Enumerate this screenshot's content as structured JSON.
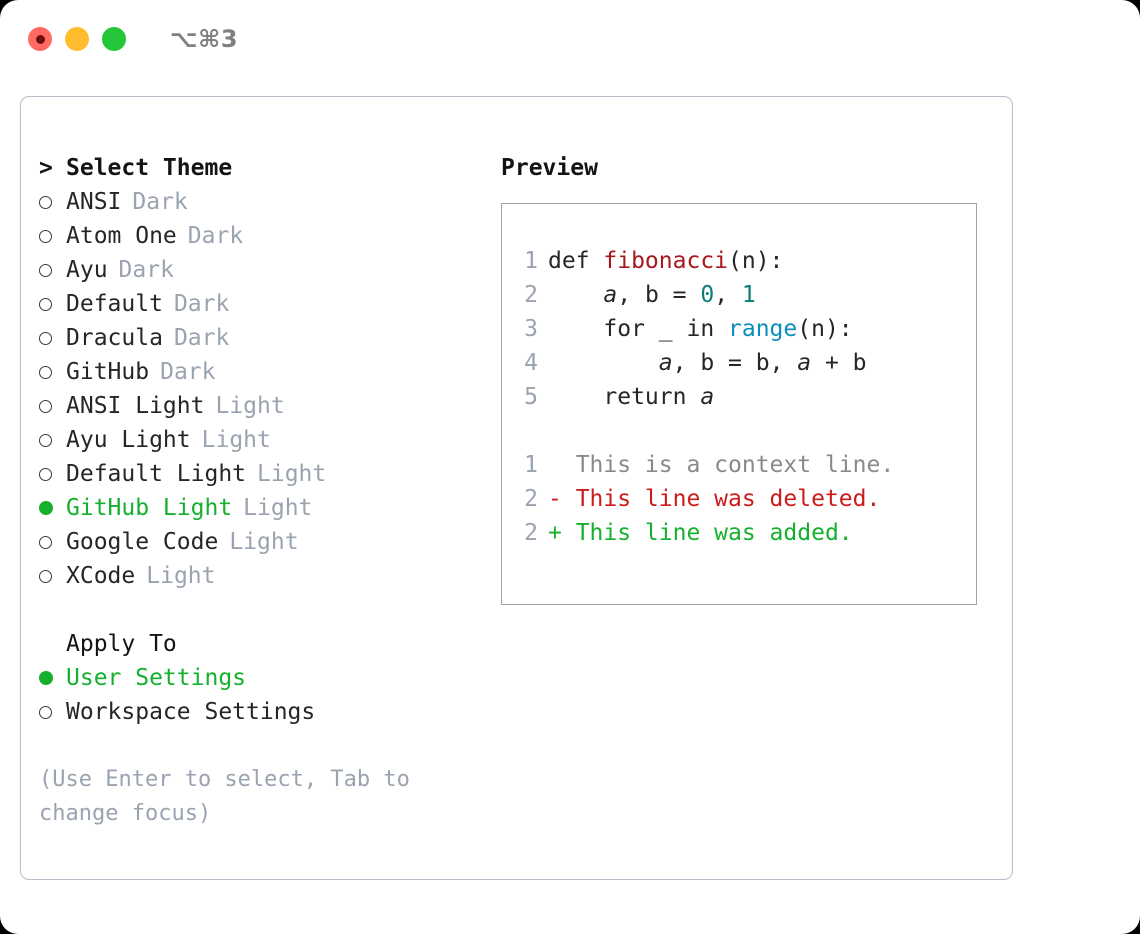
{
  "titlebar": {
    "shortcut": "⌥⌘3",
    "lights": [
      {
        "name": "close",
        "color": "#ff6b62"
      },
      {
        "name": "minimize",
        "color": "#ffbd2e"
      },
      {
        "name": "maximize",
        "color": "#23c637"
      }
    ]
  },
  "theme_list": {
    "header_marker": ">",
    "header": "Select Theme",
    "selected_color": "#15b02e",
    "tag_color": "#9aa3b0",
    "items": [
      {
        "marker": "○",
        "label": "ANSI",
        "tag": "Dark",
        "selected": false
      },
      {
        "marker": "○",
        "label": "Atom One",
        "tag": "Dark",
        "selected": false
      },
      {
        "marker": "○",
        "label": "Ayu",
        "tag": "Dark",
        "selected": false
      },
      {
        "marker": "○",
        "label": "Default",
        "tag": "Dark",
        "selected": false
      },
      {
        "marker": "○",
        "label": "Dracula",
        "tag": "Dark",
        "selected": false
      },
      {
        "marker": "○",
        "label": "GitHub",
        "tag": "Dark",
        "selected": false
      },
      {
        "marker": "○",
        "label": "ANSI Light",
        "tag": "Light",
        "selected": false
      },
      {
        "marker": "○",
        "label": "Ayu Light",
        "tag": "Light",
        "selected": false
      },
      {
        "marker": "○",
        "label": "Default Light",
        "tag": "Light",
        "selected": false
      },
      {
        "marker": "●",
        "label": "GitHub Light",
        "tag": "Light",
        "selected": true
      },
      {
        "marker": "○",
        "label": "Google Code",
        "tag": "Light",
        "selected": false
      },
      {
        "marker": "○",
        "label": "XCode",
        "tag": "Light",
        "selected": false
      }
    ]
  },
  "apply_to": {
    "title": "Apply To",
    "options": [
      {
        "marker": "●",
        "label": "User Settings",
        "selected": true
      },
      {
        "marker": "○",
        "label": "Workspace Settings",
        "selected": false
      }
    ]
  },
  "hint": "(Use Enter to select, Tab to change focus)",
  "preview": {
    "title": "Preview",
    "code_lines": [
      {
        "lineno": "1",
        "tokens": [
          {
            "text": "def ",
            "type": "plain"
          },
          {
            "text": "fibonacci",
            "type": "func"
          },
          {
            "text": "(n):",
            "type": "plain"
          }
        ]
      },
      {
        "lineno": "2",
        "tokens": [
          {
            "text": "    ",
            "type": "plain"
          },
          {
            "text": "a",
            "type": "var"
          },
          {
            "text": ", ",
            "type": "plain"
          },
          {
            "text": "b",
            "type": "plain"
          },
          {
            "text": " = ",
            "type": "plain"
          },
          {
            "text": "0",
            "type": "number"
          },
          {
            "text": ", ",
            "type": "plain"
          },
          {
            "text": "1",
            "type": "number"
          }
        ]
      },
      {
        "lineno": "3",
        "tokens": [
          {
            "text": "    for _ in ",
            "type": "plain"
          },
          {
            "text": "range",
            "type": "builtin"
          },
          {
            "text": "(n):",
            "type": "plain"
          }
        ]
      },
      {
        "lineno": "4",
        "tokens": [
          {
            "text": "        ",
            "type": "plain"
          },
          {
            "text": "a",
            "type": "var"
          },
          {
            "text": ", b = b, ",
            "type": "plain"
          },
          {
            "text": "a",
            "type": "var"
          },
          {
            "text": " + b",
            "type": "plain"
          }
        ]
      },
      {
        "lineno": "5",
        "tokens": [
          {
            "text": "    return ",
            "type": "plain"
          },
          {
            "text": "a",
            "type": "var"
          }
        ]
      }
    ],
    "diff_lines": [
      {
        "lineno": "1",
        "kind": "ctx",
        "text": "  This is a context line."
      },
      {
        "lineno": "2",
        "kind": "del",
        "text": "- This line was deleted."
      },
      {
        "lineno": "2",
        "kind": "add",
        "text": "+ This line was added."
      }
    ]
  }
}
